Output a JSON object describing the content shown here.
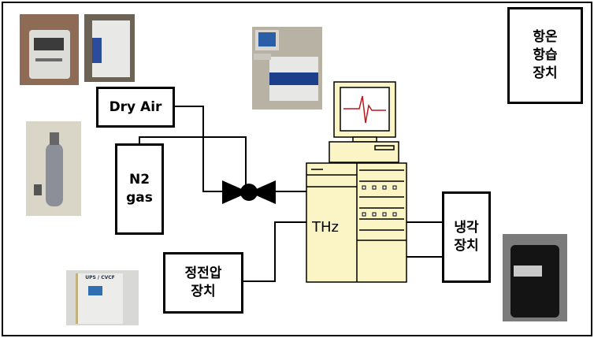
{
  "labels": {
    "dry_air": "Dry Air",
    "n2_line1": "N2",
    "n2_line2": "gas",
    "constant_temp_line1": "항온",
    "constant_temp_line2": "항습",
    "constant_temp_line3": "장치",
    "thz": "THz",
    "cooling_line1": "냉각",
    "cooling_line2": "장치",
    "voltage_line1": "정전압",
    "voltage_line2": "장치"
  },
  "photos": {
    "ups_label": "UPS / CVCF"
  },
  "colors": {
    "thz_body": "#fbf5c6",
    "line": "#000000"
  }
}
